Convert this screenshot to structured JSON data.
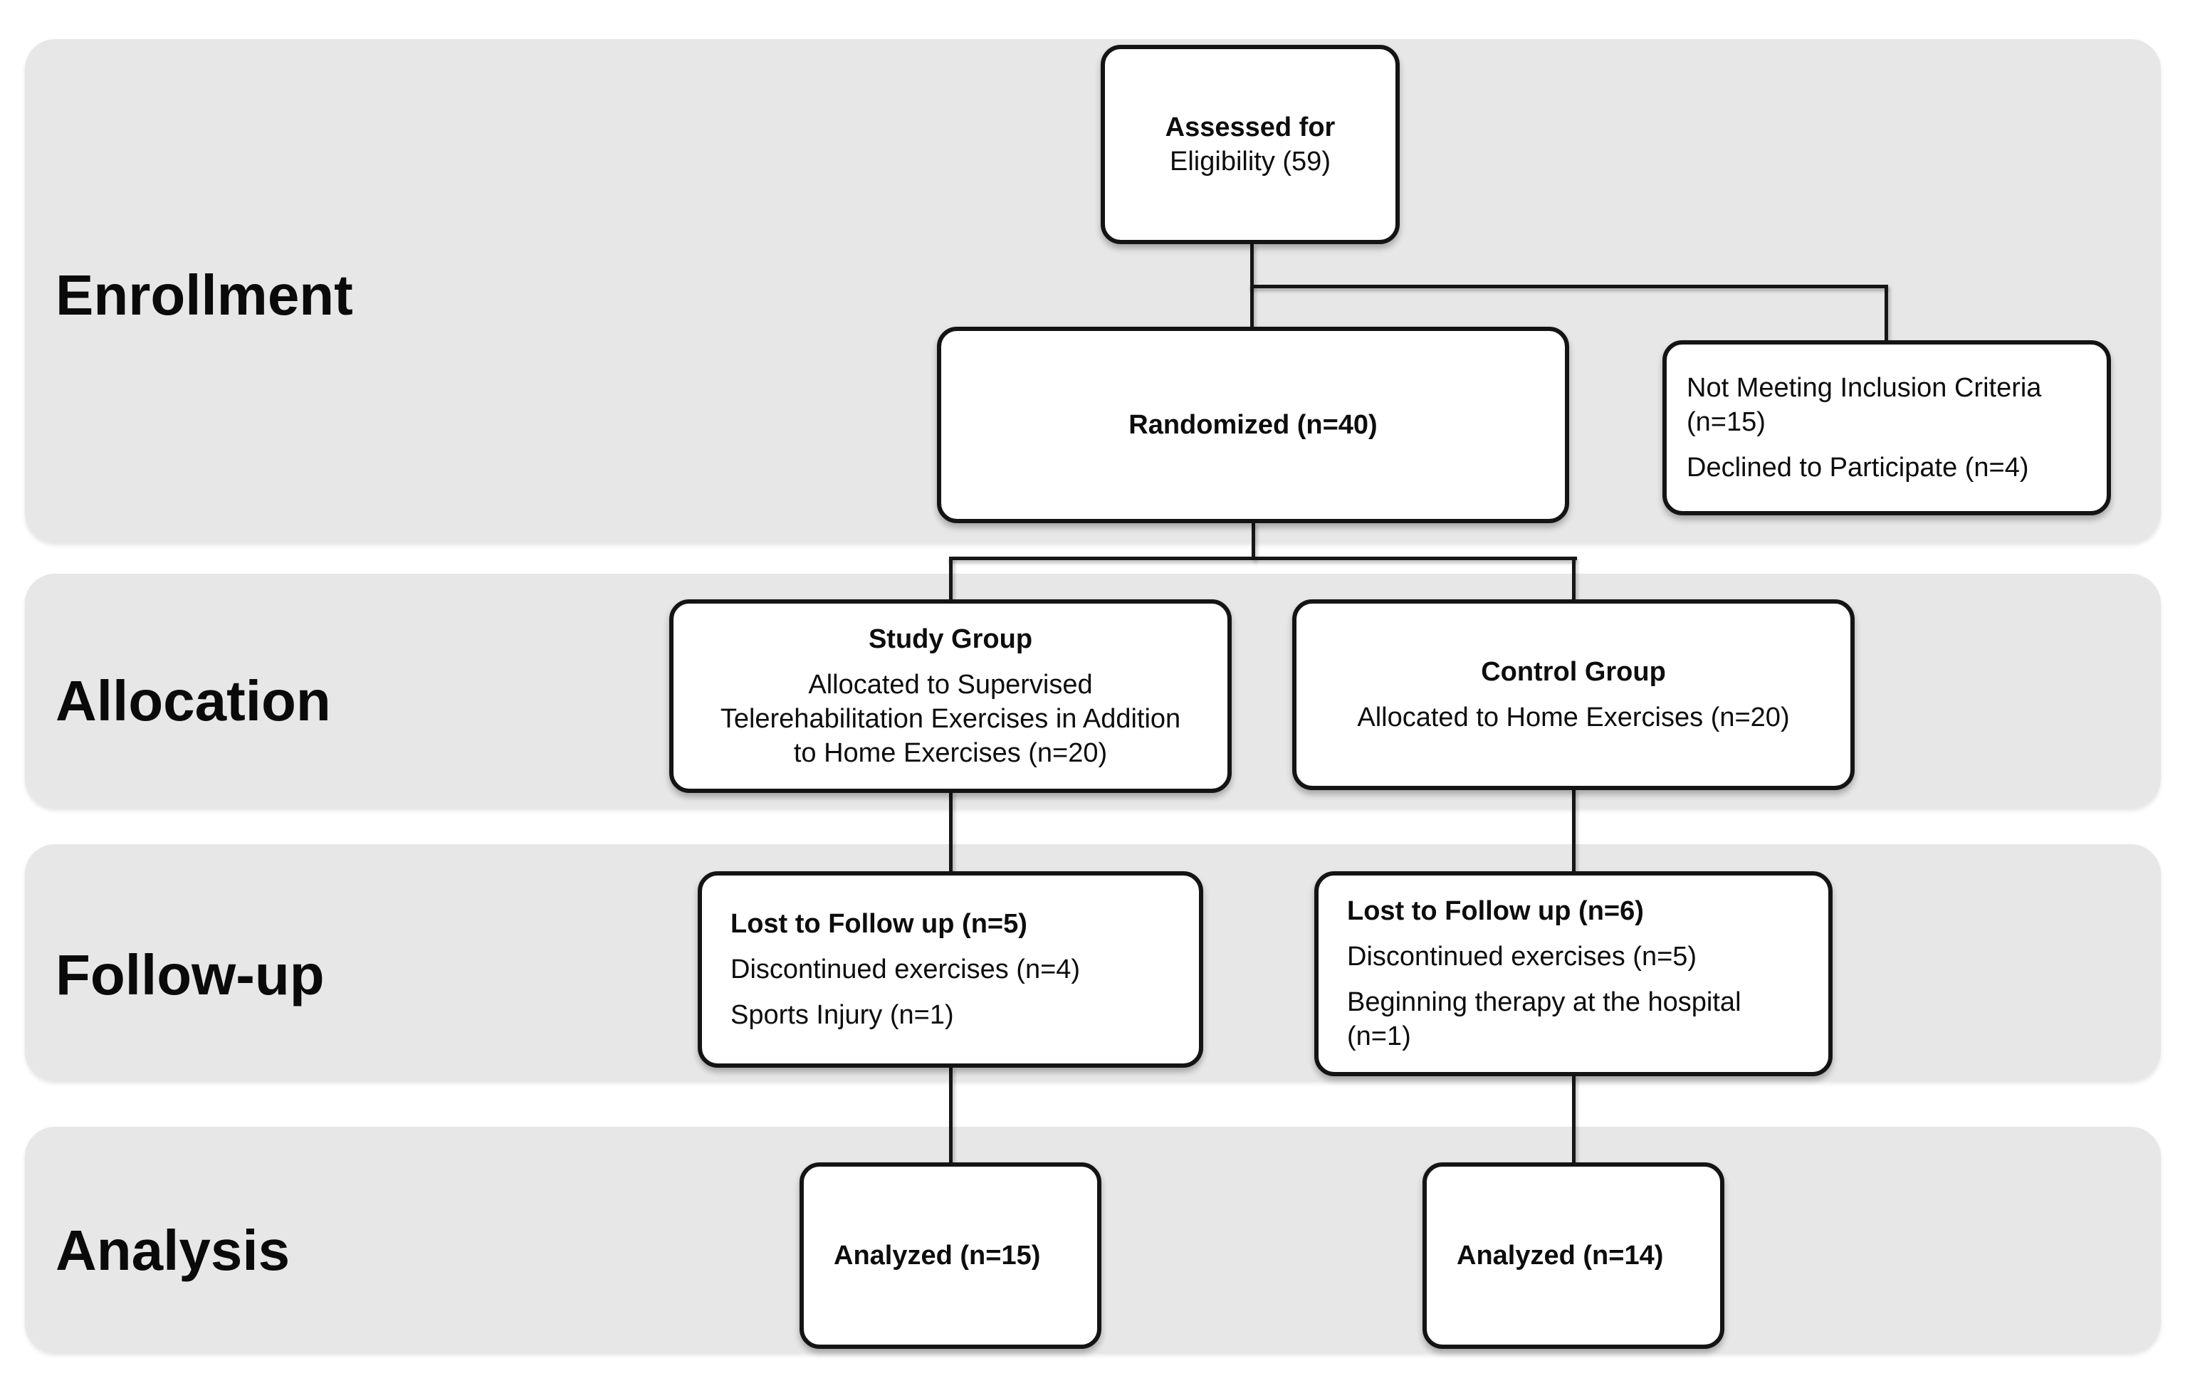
{
  "phases": [
    {
      "label": "Enrollment"
    },
    {
      "label": "Allocation"
    },
    {
      "label": "Follow-up"
    },
    {
      "label": "Analysis"
    }
  ],
  "boxes": {
    "assessed": {
      "title": "Assessed for",
      "subtitle": "Eligibility (59)"
    },
    "randomized": {
      "title": "Randomized (n=40)"
    },
    "excluded": {
      "reason1_line1": "Not Meeting Inclusion Criteria",
      "reason1_line2": "(n=15)",
      "reason2": "Declined to Participate (n=4)"
    },
    "study_group": {
      "title": "Study Group",
      "body_line1": "Allocated to Supervised",
      "body_line2": "Telerehabilitation Exercises in Addition",
      "body_line3": "to Home Exercises (n=20)"
    },
    "control_group": {
      "title": "Control Group",
      "body": "Allocated to Home Exercises (n=20)"
    },
    "followup_study": {
      "title": "Lost to Follow up (n=5)",
      "reason1": "Discontinued exercises (n=4)",
      "reason2": "Sports Injury (n=1)"
    },
    "followup_control": {
      "title": "Lost to Follow up (n=6)",
      "reason1": "Discontinued exercises (n=5)",
      "reason2_line1": "Beginning therapy at the hospital",
      "reason2_line2": "(n=1)"
    },
    "analyzed_study": {
      "title": "Analyzed (n=15)"
    },
    "analyzed_control": {
      "title": "Analyzed (n=14)"
    }
  },
  "colors": {
    "band_background": "#e7e7e7",
    "box_background": "#ffffff",
    "box_border": "#141414",
    "connector": "#161616",
    "text": "#0d0d0d",
    "page_background": "#ffffff"
  }
}
